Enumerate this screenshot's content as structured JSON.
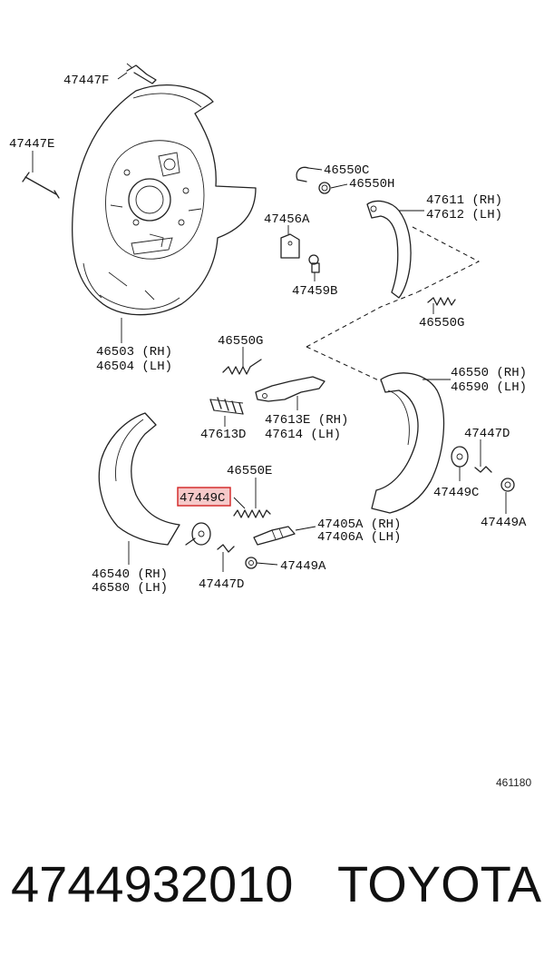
{
  "diagram": {
    "labels": [
      {
        "id": "l0",
        "text": "47447F"
      },
      {
        "id": "l1",
        "text": "47447E"
      },
      {
        "id": "l2",
        "text": "46550C"
      },
      {
        "id": "l3",
        "text": "46550H"
      },
      {
        "id": "l4",
        "text": "47611 (RH)"
      },
      {
        "id": "l5",
        "text": "47612 (LH)"
      },
      {
        "id": "l6",
        "text": "47456A"
      },
      {
        "id": "l7",
        "text": "47459B"
      },
      {
        "id": "l8",
        "text": "46550G"
      },
      {
        "id": "l9",
        "text": "46503 (RH)"
      },
      {
        "id": "l10",
        "text": "46504 (LH)"
      },
      {
        "id": "l11",
        "text": "46550G"
      },
      {
        "id": "l12",
        "text": "46550 (RH)"
      },
      {
        "id": "l13",
        "text": "46590 (LH)"
      },
      {
        "id": "l14",
        "text": "47613D"
      },
      {
        "id": "l15",
        "text": "47613E (RH)"
      },
      {
        "id": "l16",
        "text": "47614  (LH)"
      },
      {
        "id": "l17",
        "text": "47447D"
      },
      {
        "id": "l18",
        "text": "46550E"
      },
      {
        "id": "l19",
        "text": "47449C"
      },
      {
        "id": "l20",
        "text": "47449C"
      },
      {
        "id": "l21",
        "text": "47449A"
      },
      {
        "id": "l22",
        "text": "47405A (RH)"
      },
      {
        "id": "l23",
        "text": "47406A (LH)"
      },
      {
        "id": "l24",
        "text": "46540 (RH)"
      },
      {
        "id": "l25",
        "text": "46580 (LH)"
      },
      {
        "id": "l26",
        "text": "47447D"
      },
      {
        "id": "l27",
        "text": "47449A"
      }
    ],
    "highlight_color": "#d22222",
    "reference_code": "461180"
  },
  "footer": {
    "part_number": "4744932010",
    "brand": "TOYOTA"
  }
}
